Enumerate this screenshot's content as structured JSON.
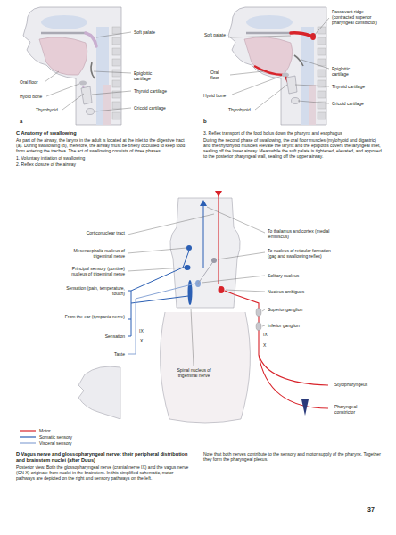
{
  "diagram": {
    "labels": [
      "Soft palate",
      "Epiglottic cartilage",
      "Thyroid cartilage",
      "Cricoid cartilage",
      "Oral floor",
      "Hyoid bone",
      "Thyrohyoid",
      "a",
      "Passavant ridge (contracted superior pharyngeal constrictor)",
      "Soft palate",
      "Oral floor",
      "Hyoid bone",
      "Thyrohyoid",
      "Epiglottic cartilage",
      "Thyroid cartilage",
      "Cricoid cartilage",
      "b",
      "C Anatomy of swallowing",
      "As part of the airway, the larynx in the adult is located at the inlet to the digestive tract (a). During swallowing (b), therefore, the airway must be briefly occluded to keep food from entering the trachea. The act of swallowing consists of three phases:",
      "1. Voluntary initiation of swallowing",
      "2. Reflex closure of the airway",
      "3. Reflex transport of the food bolus down the pharynx and esophagus",
      "During the second phase of swallowing, the oral floor muscles (mylohyoid and digastric) and the thyrohyoid muscles elevate the larynx and the epiglottis covers the laryngeal inlet, sealing off the lower airway. Meanwhile the soft palate is tightened, elevated, and apposed to the posterior pharyngeal wall, sealing off the upper airway.",
      "Corticonuclear tract",
      "Mesencephalic nucleus of trigeminal nerve",
      "Principal sensory (pontine) nucleus of trigeminal nerve",
      "Sensation (pain, temperature, touch)",
      "From the ear (tympanic nerve)",
      "Sensation",
      "Taste",
      "Spinal nucleus of trigeminal nerve",
      "To thalamus and cortex (medial lemniscus)",
      "To nucleus of reticular formation (gag and swallowing reflex)",
      "Solitary nucleus",
      "Nucleus ambiguus",
      "Superior ganglion",
      "Inferior ganglion",
      "IX",
      "X",
      "IX",
      "X",
      "Stylopharyngeus",
      "Pharyngeal constrictor",
      "D Vagus nerve and glossopharyngeal nerve: their peripheral distribution and brainstem nuclei (after Duus)",
      "Posterior view. Both the glossopharyngeal nerve (cranial nerve IX) and the vagus nerve (CN X) originate from nuclei in the brainstem. In this simplified schematic, motor pathways are depicted on the right and sensory pathways on the left.",
      "Note that both nerves contribute to the sensory and motor supply of the pharynx. Together they form the pharyngeal plexus.",
      "37"
    ],
    "legend": [
      {
        "text": "Motor"
      },
      {
        "text": "Somatic sensory"
      },
      {
        "text": "Visceral sensory"
      }
    ]
  }
}
